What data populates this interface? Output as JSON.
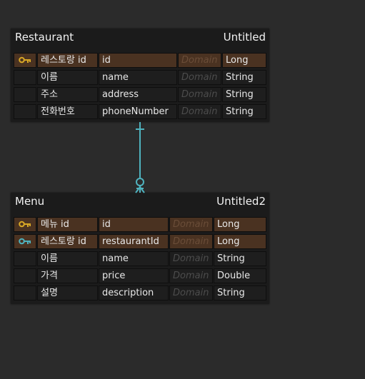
{
  "tables": [
    {
      "name": "Restaurant",
      "schema": "Untitled",
      "columns": [
        {
          "key": "primary",
          "logical": "레스토랑 id",
          "physical": "id",
          "domain": "Domain",
          "type": "Long"
        },
        {
          "key": "",
          "logical": "이름",
          "physical": "name",
          "domain": "Domain",
          "type": "String"
        },
        {
          "key": "",
          "logical": "주소",
          "physical": "address",
          "domain": "Domain",
          "type": "String"
        },
        {
          "key": "",
          "logical": "전화번호",
          "physical": "phoneNumber",
          "domain": "Domain",
          "type": "String"
        }
      ]
    },
    {
      "name": "Menu",
      "schema": "Untitled2",
      "columns": [
        {
          "key": "primary",
          "logical": "메뉴 id",
          "physical": "id",
          "domain": "Domain",
          "type": "Long"
        },
        {
          "key": "foreign",
          "logical": "레스토랑 id",
          "physical": "restaurantId",
          "domain": "Domain",
          "type": "Long"
        },
        {
          "key": "",
          "logical": "이름",
          "physical": "name",
          "domain": "Domain",
          "type": "String"
        },
        {
          "key": "",
          "logical": "가격",
          "physical": "price",
          "domain": "Domain",
          "type": "Double"
        },
        {
          "key": "",
          "logical": "설명",
          "physical": "description",
          "domain": "Domain",
          "type": "String"
        }
      ]
    }
  ],
  "colors": {
    "primary_key": "#d9a825",
    "foreign_key": "#4fb3bf",
    "relationship_line": "#4fb3bf",
    "pk_row": "#4a3221"
  },
  "icons": {
    "primary": "key-icon",
    "foreign": "key-icon"
  }
}
